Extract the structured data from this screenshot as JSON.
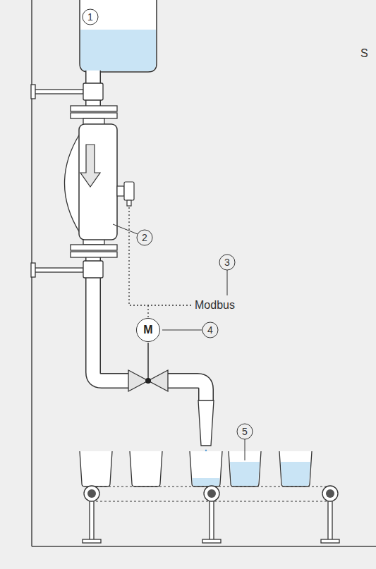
{
  "diagram": {
    "nodes": [
      {
        "text": [
          "M"
        ]
      }
    ],
    "labels": [
      "1",
      "S",
      "2",
      "3",
      "Modbus",
      "4",
      "5"
    ]
  }
}
